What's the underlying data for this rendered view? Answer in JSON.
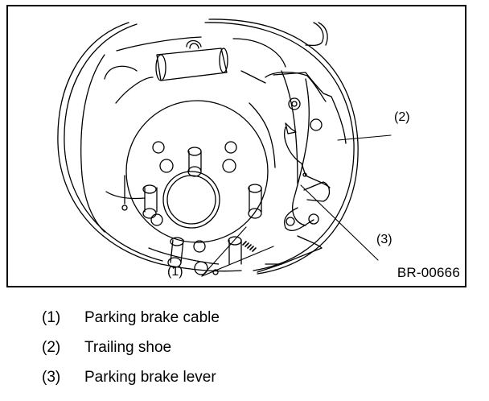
{
  "figure": {
    "id": "BR-00666",
    "subject": "Rear drum brake assembly",
    "callouts": [
      {
        "num": "(1)",
        "ref": 1
      },
      {
        "num": "(2)",
        "ref": 2
      },
      {
        "num": "(3)",
        "ref": 3
      }
    ]
  },
  "legend": [
    {
      "num": "(1)",
      "label": "Parking brake cable"
    },
    {
      "num": "(2)",
      "label": "Trailing shoe"
    },
    {
      "num": "(3)",
      "label": "Parking brake lever"
    }
  ],
  "colors": {
    "ink": "#000000",
    "paper": "#ffffff"
  }
}
